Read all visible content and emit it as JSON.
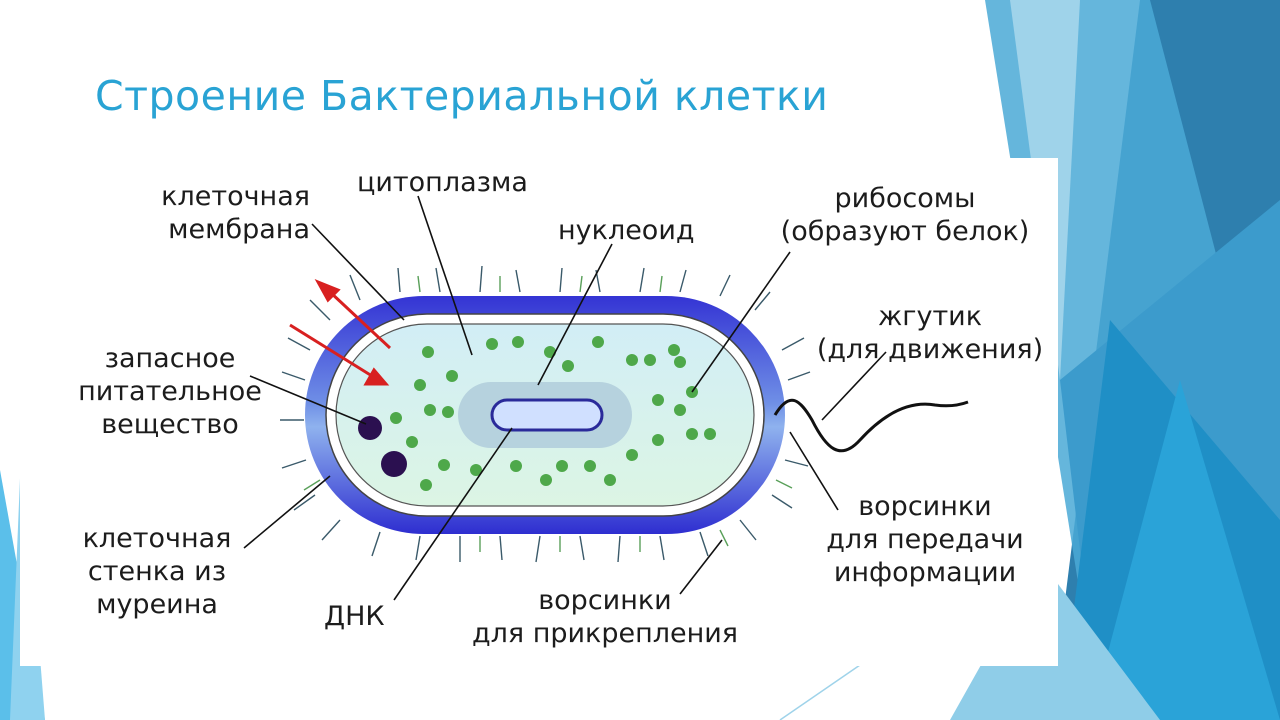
{
  "title": "Строение Бактериальной клетки",
  "labels": {
    "membrane": "клеточная\nмембрана",
    "cytoplasm": "цитоплазма",
    "nucleoid": "нуклеоид",
    "ribosomes": "рибосомы\n(образуют белок)",
    "flagellum": "жгутик\n(для движения)",
    "storage": "запасное\nпитательное\nвещество",
    "wall": "клеточная\nстенка из\nмуреина",
    "dna": "ДНК",
    "pili_attach": "ворсинки\nдля прикрепления",
    "pili_info": "ворсинки\nдля передачи\nинформации"
  },
  "colors": {
    "title": "#29a3d4",
    "wall": "#3a3ad8",
    "cytoplasm": "#d8f4f4",
    "ribosome": "#4ea84a",
    "storage": "#2b1050",
    "arrow": "#d82020",
    "deco_light": "#8ccbe6",
    "deco_dark": "#2a78a8"
  }
}
